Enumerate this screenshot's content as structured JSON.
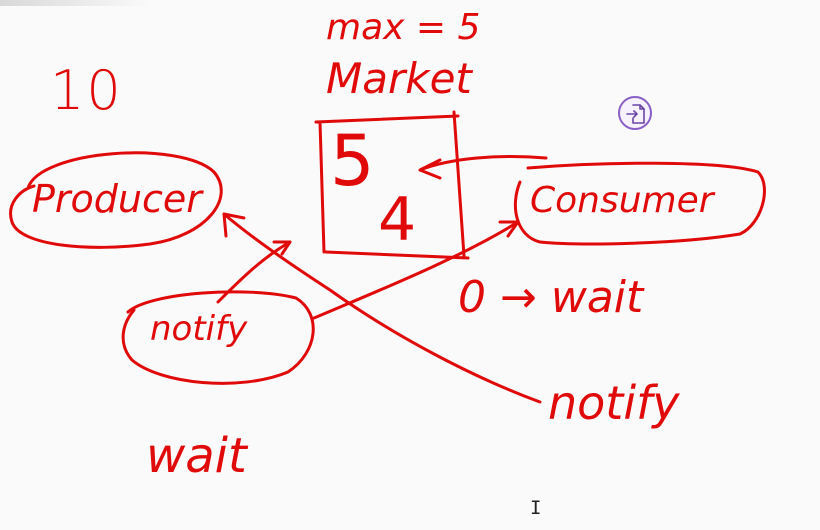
{
  "whiteboard": {
    "count_label": "10",
    "capacity_label": "max = 5",
    "market_label": "Market",
    "producer_label": "Producer",
    "consumer_label": "Consumer",
    "market_value_old": "5",
    "market_value_new": "4",
    "consumer_condition": "0 → wait",
    "notify_left_label": "notify",
    "notify_right_label": "notify",
    "wait_label": "wait"
  },
  "toolbar": {
    "save_icon": "save-to-file-icon",
    "cursor_icon": "text-cursor-icon",
    "cursor_glyph": "I"
  },
  "colors": {
    "ink": "#e10a0a",
    "accent": "#8a5fc6",
    "background": "#fafafa"
  }
}
